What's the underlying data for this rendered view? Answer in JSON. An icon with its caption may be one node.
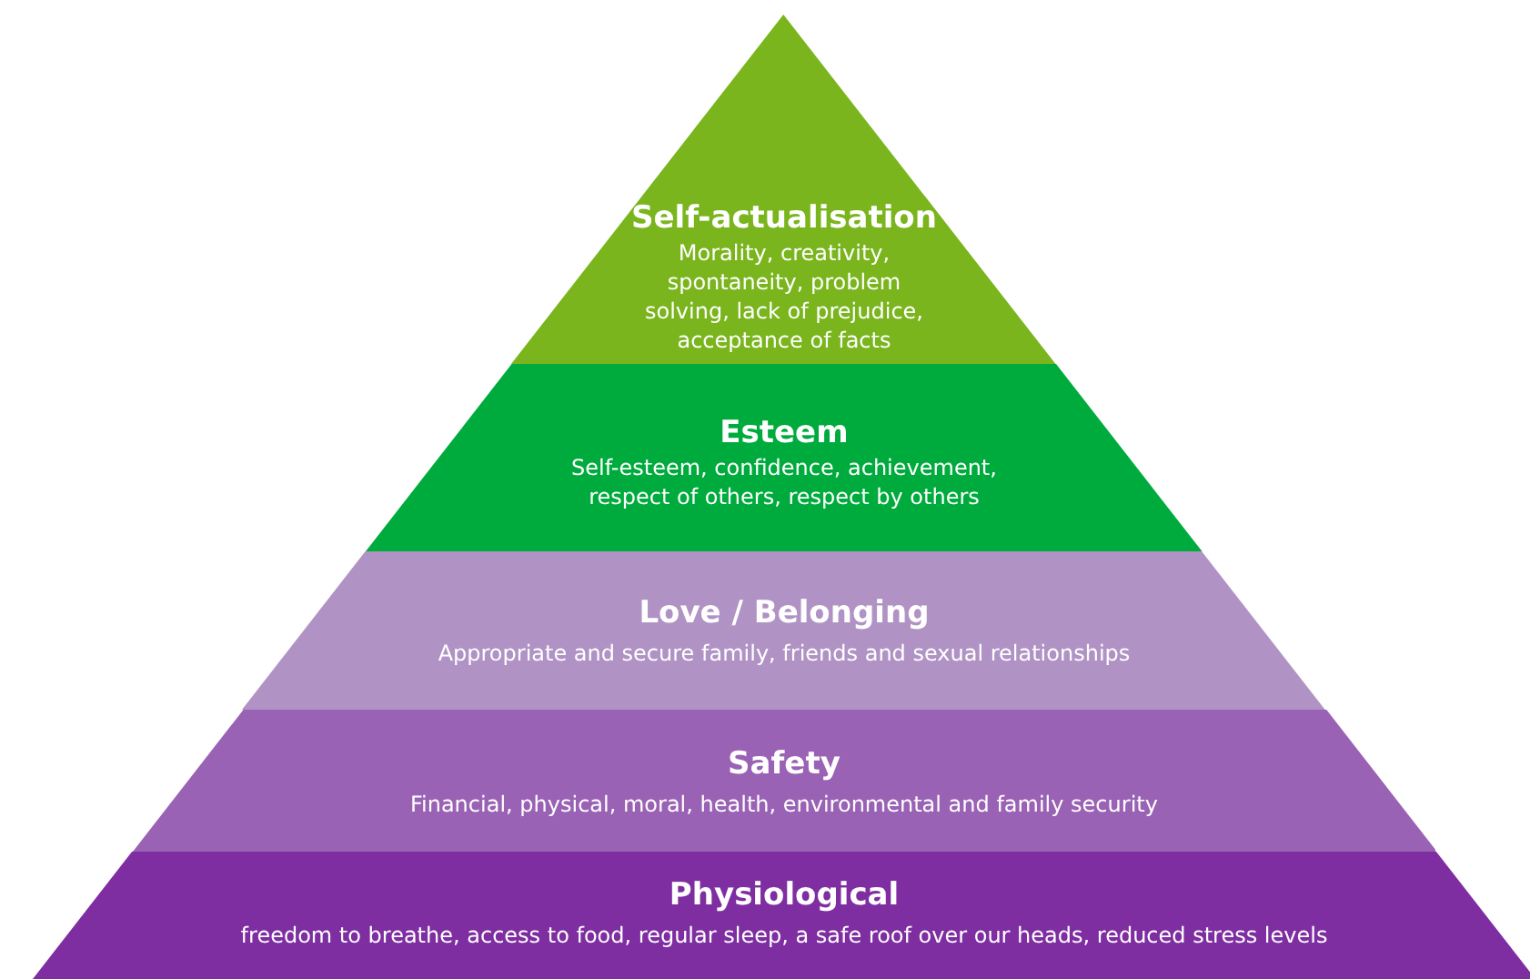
{
  "diagram": {
    "nodes": [
      {
        "text": [
          "Self-actualisation",
          "Morality, creativity, spontaneity, problem solving, lack of prejudice, acceptance of facts"
        ]
      },
      {
        "text": [
          "Esteem",
          "Self-esteem, confidence, achievement, respect of others, respect by others"
        ]
      },
      {
        "text": [
          "Love / Belonging",
          "Appropriate and secure family, friends and sexual relationships"
        ]
      },
      {
        "text": [
          "Safety",
          "Financial, physical, moral, health, environmental and family security"
        ]
      },
      {
        "text": [
          "Physiological",
          "freedom to breathe, access to food, regular sleep, a safe roof over our heads, reduced stress levels"
        ]
      }
    ]
  }
}
